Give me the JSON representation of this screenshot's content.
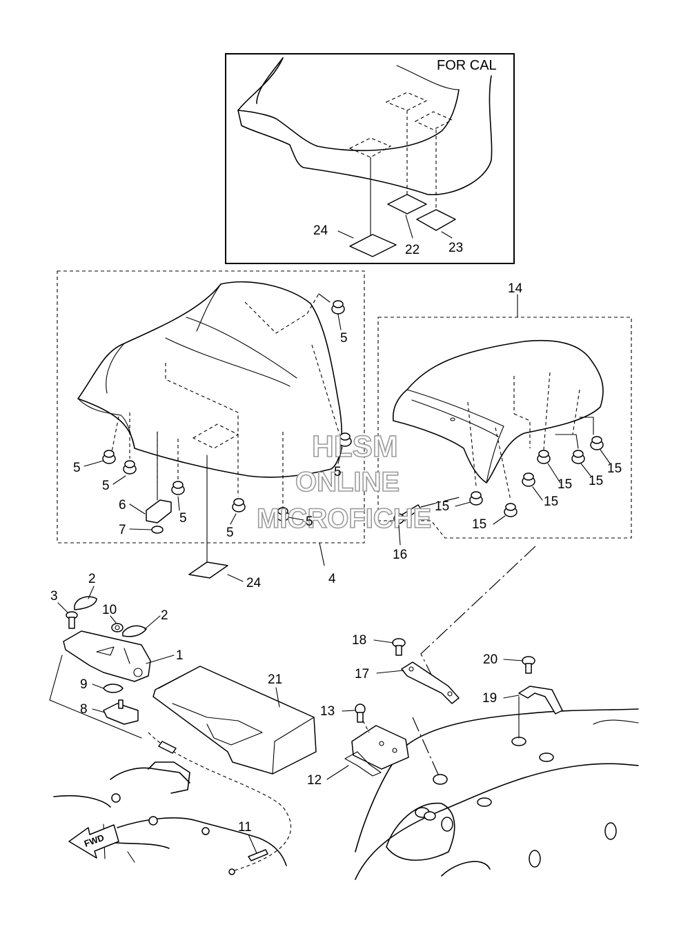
{
  "inset": {
    "note": "FOR CAL"
  },
  "watermark": {
    "line1": "HLSM",
    "line2": "ONLINE",
    "line3": "MICROFICHE"
  },
  "fwd_label": "FWD",
  "callouts": {
    "c1": "1",
    "c2a": "2",
    "c2b": "2",
    "c3": "3",
    "c4": "4",
    "c5a": "5",
    "c5b": "5",
    "c5c": "5",
    "c5d": "5",
    "c5e": "5",
    "c5f": "5",
    "c5g": "5",
    "c6": "6",
    "c7": "7",
    "c8": "8",
    "c9": "9",
    "c10": "10",
    "c11": "11",
    "c12": "12",
    "c13": "13",
    "c14": "14",
    "c15a": "15",
    "c15b": "15",
    "c15c": "15",
    "c15d": "15",
    "c15e": "15",
    "c15f": "15",
    "c16": "16",
    "c17": "17",
    "c18": "18",
    "c19": "19",
    "c20": "20",
    "c21": "21",
    "c22": "22",
    "c23": "23",
    "c24a": "24",
    "c24b": "24"
  }
}
